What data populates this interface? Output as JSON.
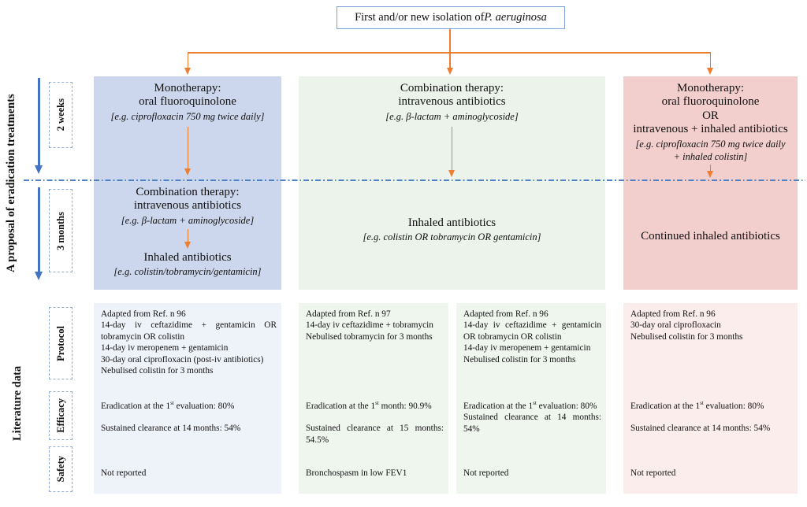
{
  "header": {
    "title_prefix": "First and/or new isolation of ",
    "title_species": "P. aeruginosa"
  },
  "left_rail": {
    "proposal_label": "A proposal of eradication treatments",
    "literature_label": "Literature data",
    "time_labels": [
      "2 weeks",
      "3 months"
    ],
    "row_labels": [
      "Protocol",
      "Efficacy",
      "Safety"
    ]
  },
  "flow": {
    "col1": {
      "p1_l1": "Monotherapy:",
      "p1_l2": "oral fluoroquinolone",
      "p1_ex": "[e.g. ciprofloxacin 750 mg twice daily]",
      "p2_l1": "Combination therapy:",
      "p2_l2": "intravenous antibiotics",
      "p2_ex": "[e.g. β-lactam + aminoglycoside]",
      "p3_l1": "Inhaled antibiotics",
      "p3_ex": "[e.g. colistin/tobramycin/gentamicin]"
    },
    "col2": {
      "p1_l1": "Combination therapy:",
      "p1_l2": "intravenous antibiotics",
      "p1_ex": "[e.g. β-lactam + aminoglycoside]",
      "p2_l1": "Inhaled antibiotics",
      "p2_ex": "[e.g. colistin OR tobramycin OR gentamicin]"
    },
    "col3": {
      "p1_l1": "Monotherapy:",
      "p1_l2": "oral fluoroquinolone",
      "p1_l3": "OR",
      "p1_l4": "intravenous + inhaled antibiotics",
      "p1_ex1": "[e.g. ciprofloxacin 750 mg twice daily",
      "p1_ex2": "+ inhaled colistin]",
      "p2_l1": "Continued inhaled antibiotics"
    }
  },
  "literature": {
    "cols": [
      {
        "protocol": [
          "Adapted from Ref. n 96",
          "14-day iv ceftazidime + gentamicin OR tobramycin OR colistin",
          "14-day iv meropenem + gentamicin",
          "30-day oral ciprofloxacin (post-iv antibiotics)",
          "Nebulised colistin for 3 months"
        ],
        "efficacy": {
          "l1_pre": "Eradication at the 1",
          "l1_sup": "st",
          "l1_post": " evaluation: 80%",
          "l2": "Sustained clearance at 14 months: 54%"
        },
        "safety": "Not reported"
      },
      {
        "protocol": [
          "Adapted from Ref. n 97",
          "14-day iv ceftazidime + tobramycin",
          "Nebulised tobramycin for 3 months"
        ],
        "efficacy": {
          "l1_pre": "Eradication at the 1",
          "l1_sup": "st",
          "l1_post": " month: 90.9%",
          "l2": "Sustained clearance at 15 months: 54.5%"
        },
        "safety": "Bronchospasm in low FEV1"
      },
      {
        "protocol": [
          "Adapted from Ref. n 96",
          "14-day iv ceftazidime + gentamicin OR tobramycin OR colistin",
          "14-day iv meropenem + gentamicin",
          "Nebulised colistin for 3 months"
        ],
        "efficacy": {
          "l1_pre": "Eradication at the 1",
          "l1_sup": "st",
          "l1_post": " evaluation: 80%",
          "l2": "Sustained clearance at 14 months: 54%"
        },
        "safety": "Not reported"
      },
      {
        "protocol": [
          "Adapted from Ref. n 96",
          "30-day oral ciprofloxacin",
          "Nebulised colistin for 3 months"
        ],
        "efficacy": {
          "l1_pre": "Eradication at the 1",
          "l1_sup": "st",
          "l1_post": " evaluation: 80%",
          "l2": "Sustained clearance at 14 months: 54%"
        },
        "safety": "Not reported"
      }
    ]
  },
  "colors": {
    "accent_orange": "#ED7D31",
    "accent_blue": "#4472C4",
    "box_blue": "#ccd6ec",
    "box_green": "#ebf3ea",
    "box_pink": "#f2cecd",
    "literature_blue": "#eef2f9",
    "literature_green": "#eff6ee",
    "literature_pink": "#fbedec"
  }
}
